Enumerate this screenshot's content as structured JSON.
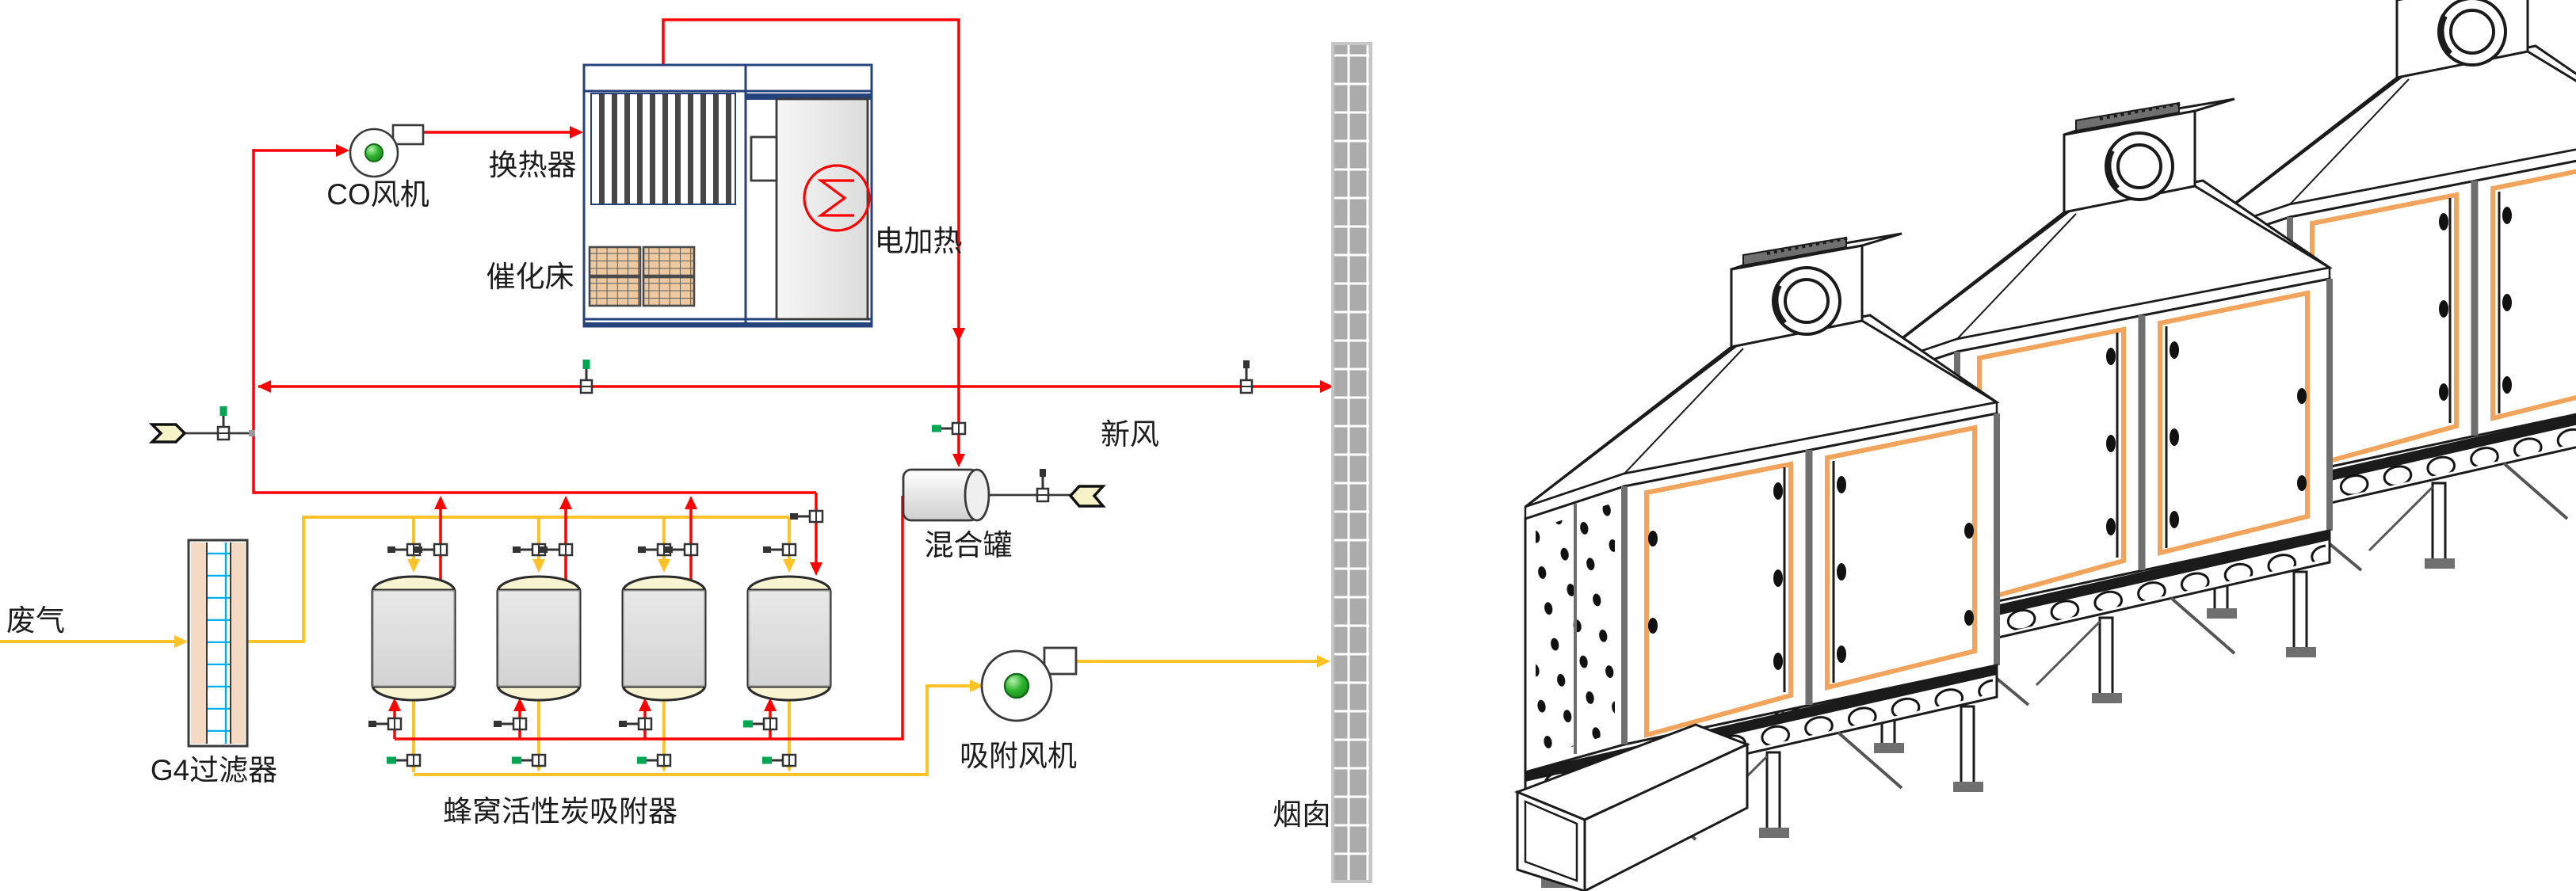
{
  "diagram": {
    "title_note": "",
    "labels": {
      "co_fan": "CO风机",
      "heat_exchanger": "换热器",
      "catalytic_bed": "催化床",
      "electric_heater": "电加热",
      "fresh_air": "新风",
      "mixing_tank": "混合罐",
      "waste_gas": "废气",
      "g4_filter": "G4过滤器",
      "carbon_adsorber": "蜂窝活性炭吸附器",
      "adsorption_fan": "吸附风机",
      "chimney": "烟囱"
    },
    "colors": {
      "hot_line": "#ff0000",
      "gas_line": "#ffc227",
      "equipment_border": "#24427c",
      "catalyst_fill": "#ecc9a0",
      "filter_band": "#f4dac2",
      "filter_grid": "#00b0f0",
      "vessel_fill": "#d6d6d6",
      "dome_fill": "#f8f4d2",
      "chimney_fill": "#ababab",
      "connector_fill": "#f7f3c9",
      "valve_green": "#00a651",
      "fan_green": "#2fb52f",
      "drawing_accent": "#f2a45c"
    }
  }
}
